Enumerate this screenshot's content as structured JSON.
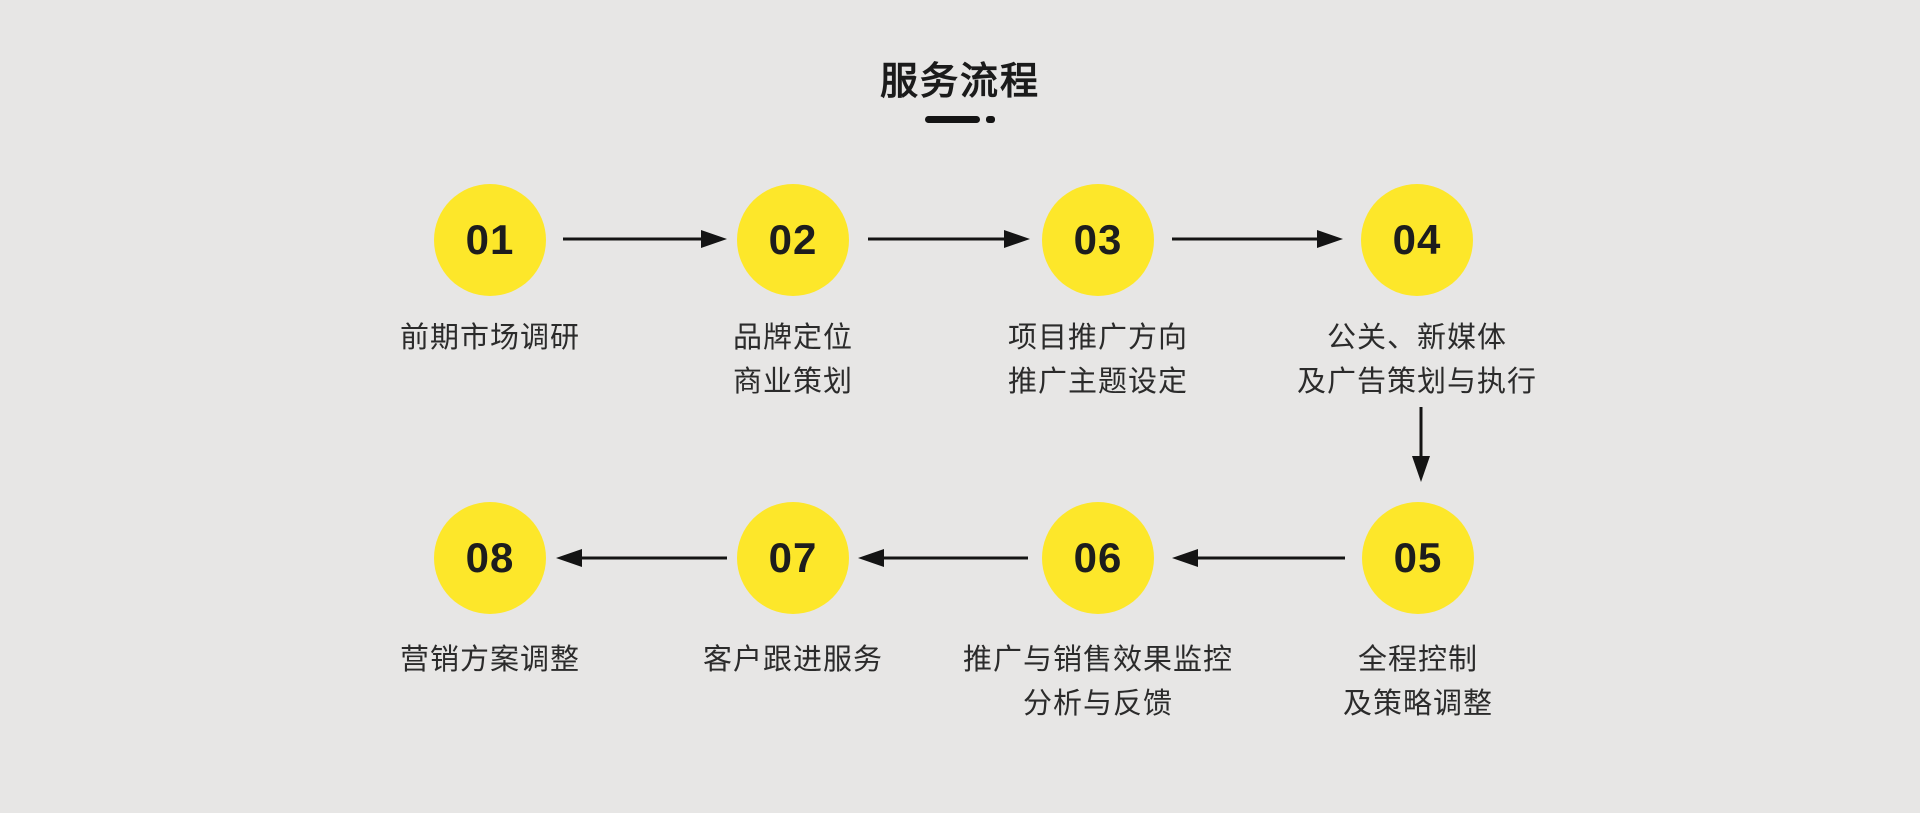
{
  "header": {
    "title": "服务流程"
  },
  "colors": {
    "background": "#e7e6e5",
    "circle_fill": "#fde72a",
    "title_text": "#1b1b1b",
    "number_text": "#1d1d1d",
    "label_text": "#2b2b2b",
    "arrow": "#141414"
  },
  "steps": [
    {
      "number": "01",
      "label_lines": [
        "前期市场调研"
      ]
    },
    {
      "number": "02",
      "label_lines": [
        "品牌定位",
        "商业策划"
      ]
    },
    {
      "number": "03",
      "label_lines": [
        "项目推广方向",
        "推广主题设定"
      ]
    },
    {
      "number": "04",
      "label_lines": [
        "公关、新媒体",
        "及广告策划与执行"
      ]
    },
    {
      "number": "05",
      "label_lines": [
        "全程控制",
        "及策略调整"
      ]
    },
    {
      "number": "06",
      "label_lines": [
        "推广与销售效果监控",
        "分析与反馈"
      ]
    },
    {
      "number": "07",
      "label_lines": [
        "客户跟进服务"
      ]
    },
    {
      "number": "08",
      "label_lines": [
        "营销方案调整"
      ]
    }
  ]
}
